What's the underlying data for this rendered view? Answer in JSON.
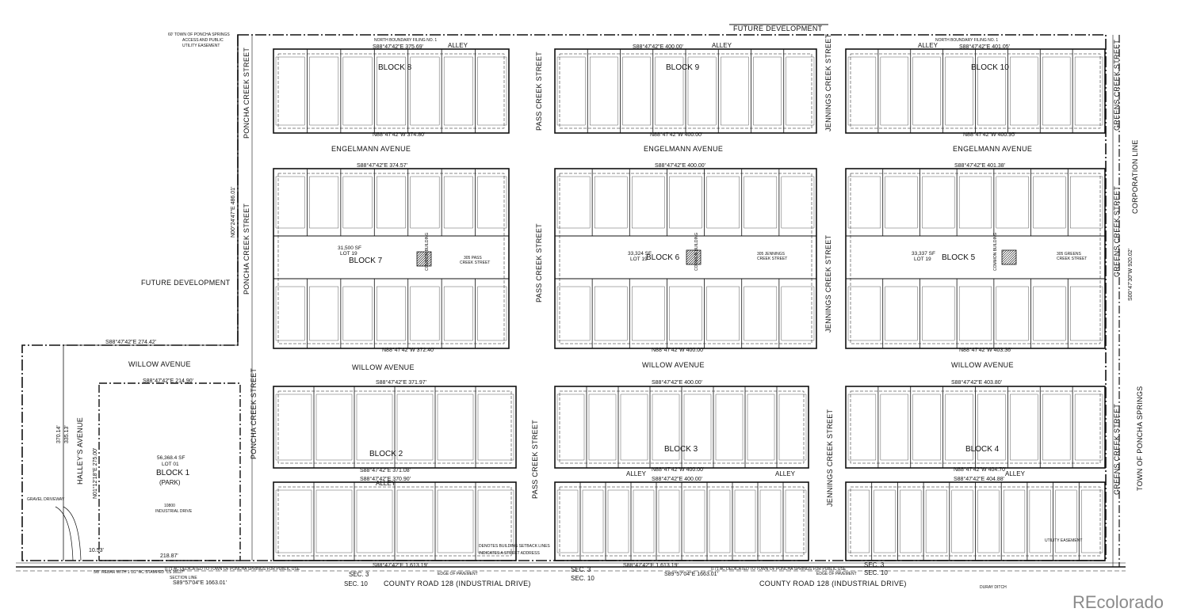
{
  "header": {
    "future_top": "FUTURE DEVELOPMENT",
    "future_left": "FUTURE DEVELOPMENT",
    "easement": [
      "60' TOWN OF PONCHA SPRINGS",
      "ACCESS AND PUBLIC",
      "UTILITY EASEMENT"
    ],
    "north_boundary": "NORTH BOUNDARY FILING NO. 1"
  },
  "streets": {
    "engelmann": "ENGELMANN AVENUE",
    "willow": "WILLOW AVENUE",
    "alley": "ALLEY",
    "poncha": "PONCHA CREEK STREET",
    "pass": "PASS CREEK STREET",
    "jennings": "JENNINGS CREEK STREET",
    "greens": "GREENS CREEK STREET",
    "halleys": "HALLEY'S AVENUE",
    "county_road": "COUNTY ROAD 128 (INDUSTRIAL DRIVE)",
    "corporation_line": "CORPORATION LINE",
    "town": "TOWN OF PONCHA SPRINGS"
  },
  "blocks": {
    "b1": "BLOCK 1",
    "b1_park": "(PARK)",
    "b1_lot": "LOT 01",
    "b1_area": "56,368.4 SF",
    "b1_addr": "10800",
    "b1_addr_street": "INDUSTRIAL DRIVE",
    "b2": "BLOCK 2",
    "b3": "BLOCK 3",
    "b4": "BLOCK 4",
    "b5": "BLOCK 5",
    "b6": "BLOCK 6",
    "b7": "BLOCK 7",
    "b8": "BLOCK 8",
    "b9": "BLOCK 9",
    "b10": "BLOCK 10"
  },
  "common": {
    "b7_area": "31,500 SF",
    "b7_lot": "LOT 19",
    "b7_addr": "305 PASS",
    "b7_addr2": "CREEK STREET",
    "b6_area": "33,324 SF",
    "b6_lot": "LOT 19",
    "b6_addr": "305 JENNINGS",
    "b6_addr2": "CREEK STREET",
    "b5_area": "33,337 SF",
    "b5_lot": "LOT 19",
    "b5_addr": "305 GREENS",
    "b5_addr2": "CREEK STREET",
    "common_bldg": "COMMON BUILDING"
  },
  "bearings": {
    "b8_top": "S88°47'42\"E  375.69'",
    "b9_top": "S88°47'42\"E  400.00'",
    "b10_top": "S88°47'42\"E  401.05'",
    "b8_bot": "N88°47'42\"W  374.80'",
    "b9_bot": "N88°47'42\"W  400.00'",
    "b10_bot": "N88°47'42\"W  400.95'",
    "b7_top": "S88°47'42\"E  374.57'",
    "b6_top": "S88°47'42\"E  400.00'",
    "b5_top": "S88°47'42\"E  401.38'",
    "b7_bot": "N88°47'42\"W  372.40'",
    "b6_bot": "N88°47'42\"W  400.00'",
    "b5_bot": "N88°47'42\"W  403.36'",
    "willow_w": "S88°47'42\"E  274.42'",
    "b2_top": "S88°47'42\"E  371.97'",
    "b3_top": "S88°47'42\"E  400.00'",
    "b4_top": "S88°47'42\"E  403.80'",
    "b1_top": "S88°47'42\"E  214.90'",
    "b2_mid": "S88°47'42\"E  371.08'",
    "b2_alley": "S88°47'42\"E  370.90'",
    "b3_mid": "N88°47'42\"W  400.00'",
    "b3_alley": "S88°47'42\"E  400.00'",
    "b4_mid": "N88°47'42\"W  404.70'",
    "b4_alley": "S88°47'42\"E  404.88'",
    "south_w": "S88°47'42\"E  1,613.19'",
    "south_e": "S88°47'42\"E  1,613.19'",
    "section_w": "S89°57'04\"E  1663.01'",
    "section_e": "S89°57'04\"E  1663.01'",
    "poncha_w": "N00°24'47\"E  486.01'",
    "east_line": "S00°47'30\"W  920.02'",
    "halleys_n": "N01°12'18\"E  275.00'",
    "dist_370": "370.14'",
    "dist_335": "335.13'"
  },
  "misc": {
    "rebar": "5/8\" REBAR WITH 1 1/2\" AC STAMPED \"LS 16117\"",
    "dedication": "0.71 AC DEDICATED TO TOWN OF PONCHA SPRINGS FOR PUBLIC USE",
    "section_line": "SECTION LINE",
    "edge_of_pavement": "EDGE OF PAVEMENT",
    "sec3": "SEC. 3",
    "sec10": "SEC. 10",
    "gravel_driveway": "GRAVEL DRIVEWAY",
    "ditch": "DURAY DITCH",
    "utility": "UTILITY EASEMENT",
    "setback_note": "DENOTES BUILDING SETBACK LINES",
    "address_note": "INDICATES A STREET ADDRESS",
    "dim_21587": "218.87'",
    "dim_1053": "10.53'"
  },
  "watermark": "REcolorado"
}
